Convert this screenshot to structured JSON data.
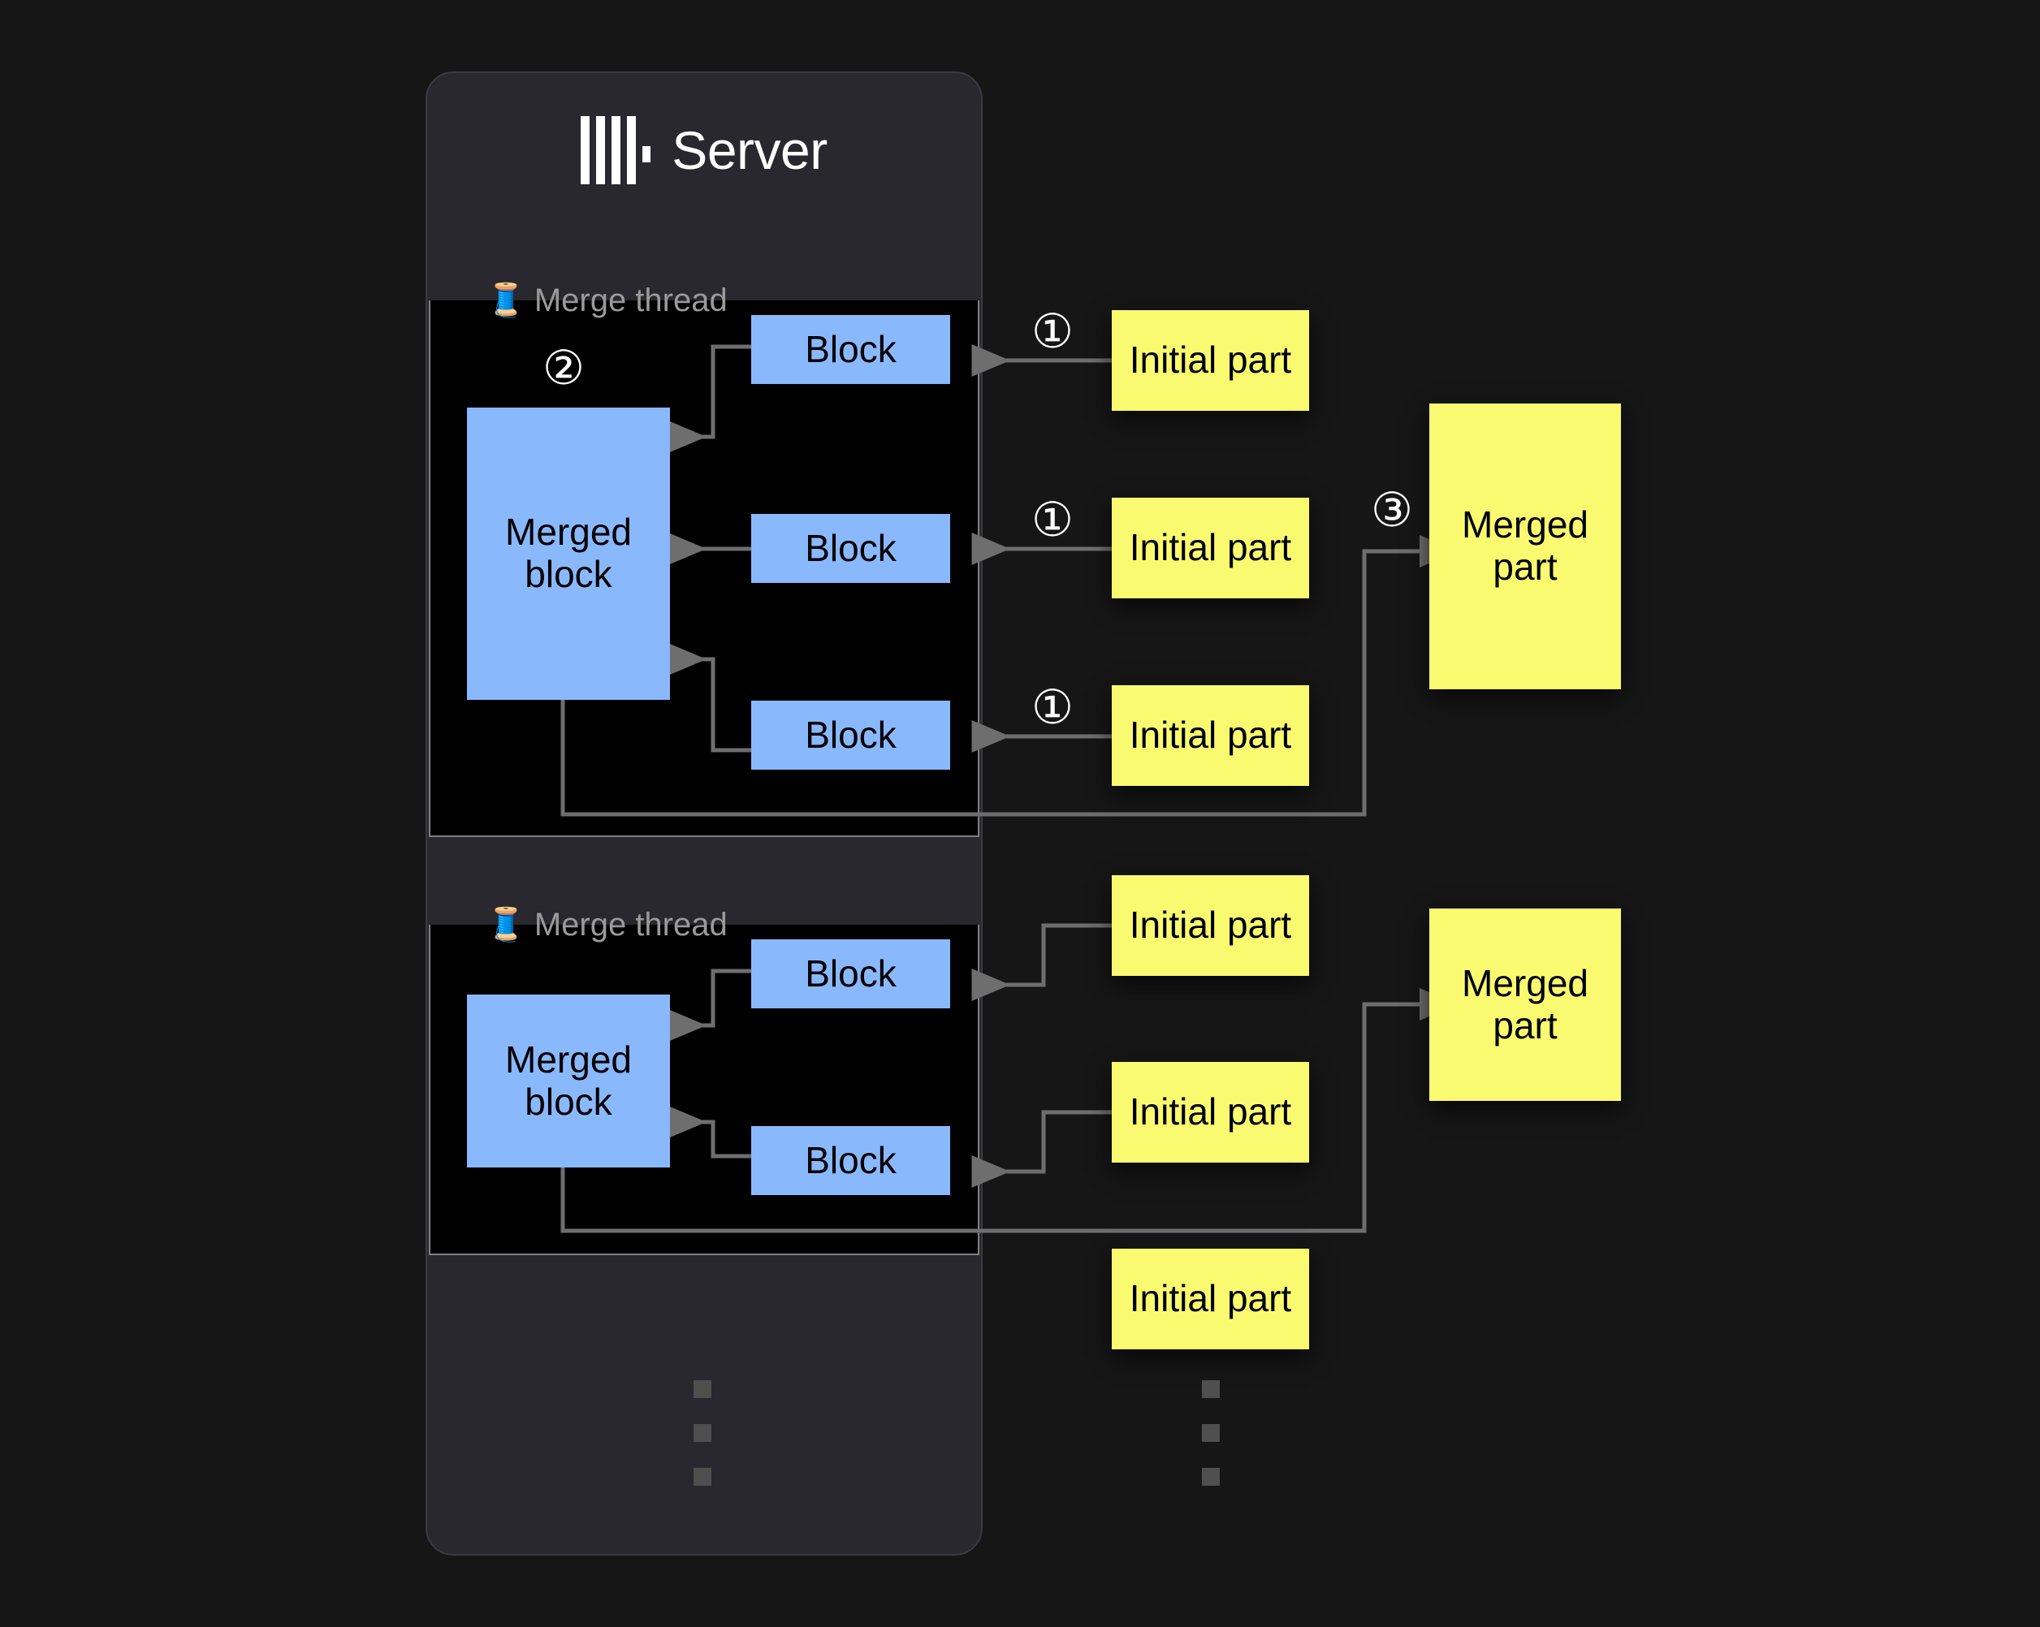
{
  "page": {
    "background_color": "#161616",
    "title": "ClickHouse Server merge threads diagram"
  },
  "server": {
    "title": "Server",
    "logo_icon": "clickhouse-logo-icon",
    "card_color": "#28282e",
    "border_color": "#3a3a42"
  },
  "threads": [
    {
      "legend": "Merge thread",
      "legend_icon": "thread-spool-icon",
      "merged_block_label": "Merged block",
      "blocks": [
        "Block",
        "Block",
        "Block"
      ]
    },
    {
      "legend": "Merge thread",
      "legend_icon": "thread-spool-icon",
      "merged_block_label": "Merged block",
      "blocks": [
        "Block",
        "Block"
      ]
    }
  ],
  "initial_parts": [
    {
      "label": "Initial part"
    },
    {
      "label": "Initial part"
    },
    {
      "label": "Initial part"
    },
    {
      "label": "Initial part"
    },
    {
      "label": "Initial part"
    },
    {
      "label": "Initial part"
    }
  ],
  "merged_parts": [
    {
      "label": "Merged part"
    },
    {
      "label": "Merged part"
    }
  ],
  "steps": [
    {
      "id": "step-1-a",
      "label": "①"
    },
    {
      "id": "step-1-b",
      "label": "①"
    },
    {
      "id": "step-1-c",
      "label": "①"
    },
    {
      "id": "step-2",
      "label": "②"
    },
    {
      "id": "step-3",
      "label": "③"
    }
  ],
  "ellipsis": {
    "server_dots": "⋮",
    "parts_dots": "⋮"
  },
  "colors": {
    "block_blue": "#8ab8fd",
    "part_yellow": "#fafa70",
    "wire_gray": "#6e6e6e",
    "legend_gray": "#9a9a9a",
    "thread_border": "#808080",
    "dot_gray": "#4f4f4f"
  }
}
